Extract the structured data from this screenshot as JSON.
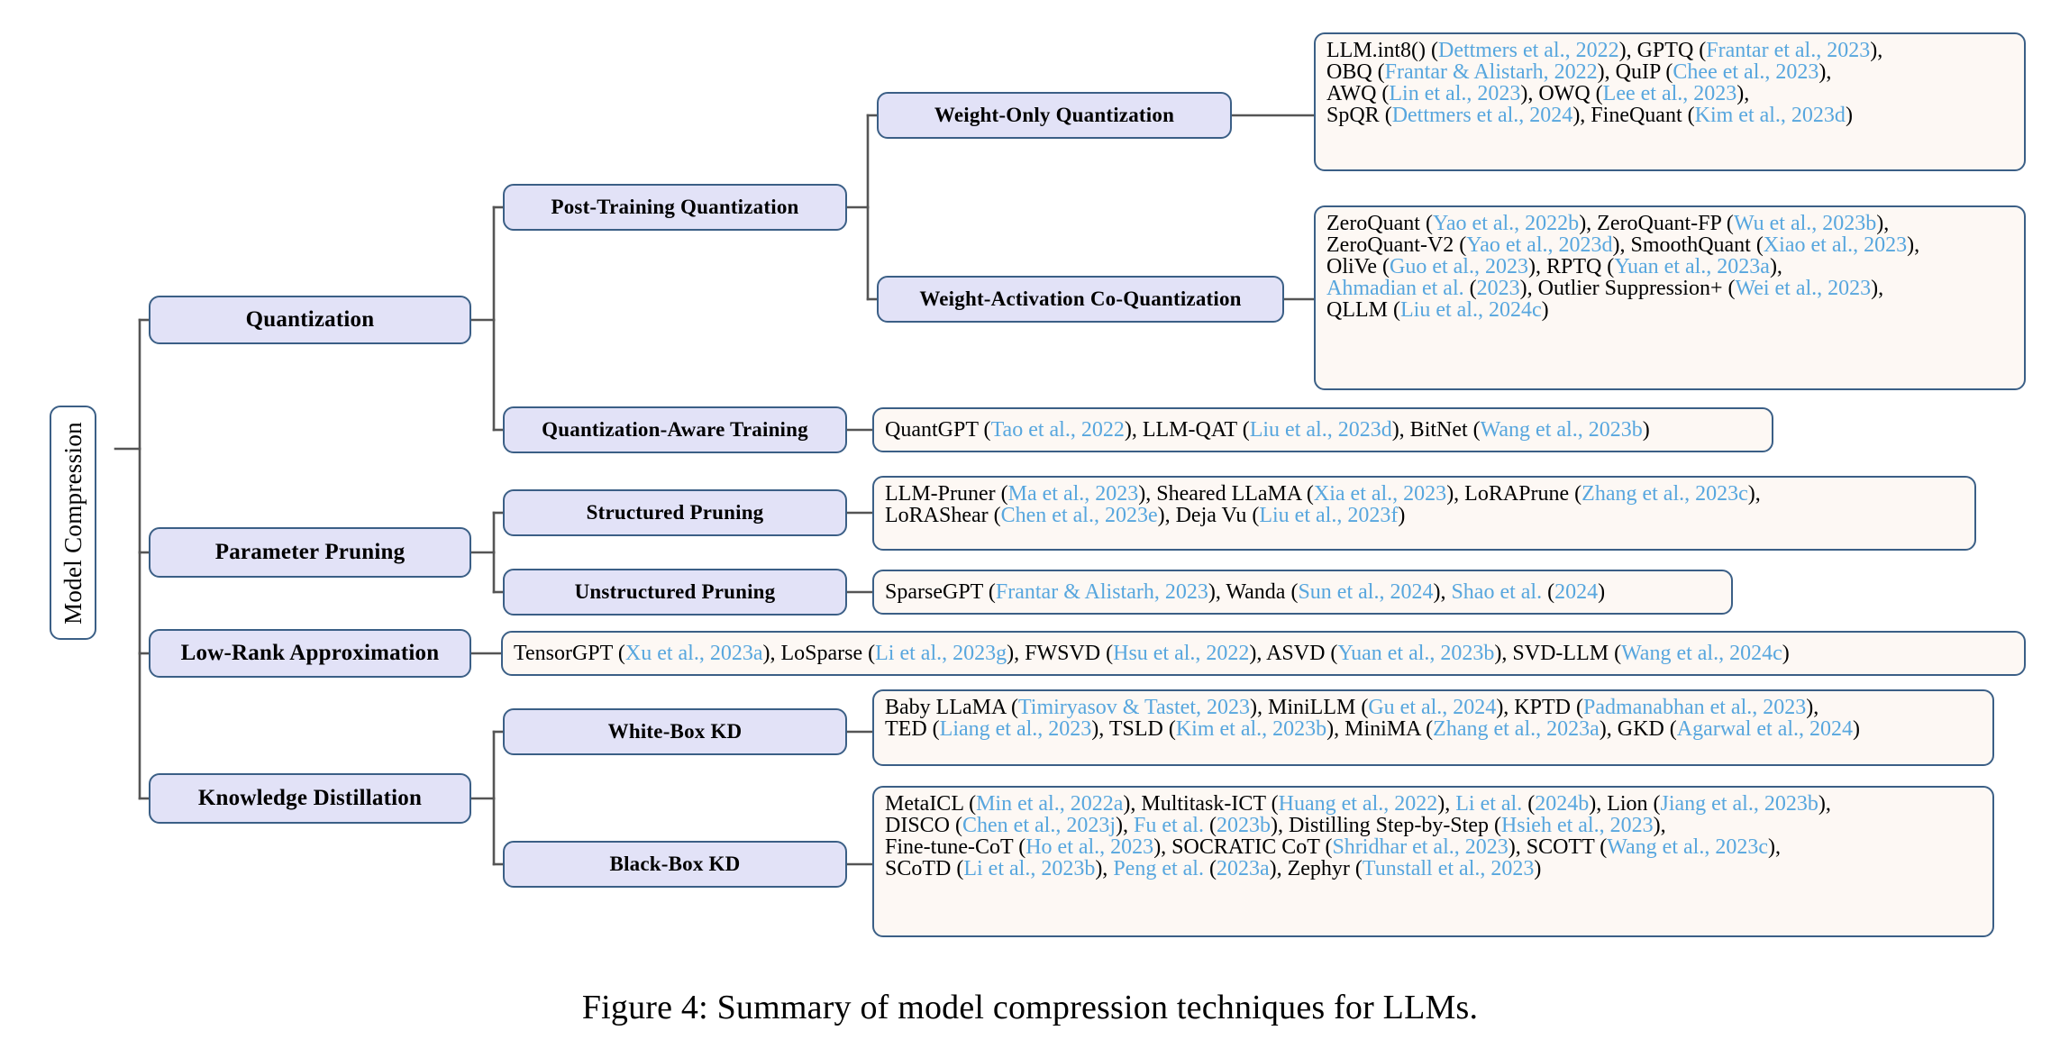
{
  "figure": {
    "caption": "Figure 4: Summary of model compression techniques for LLMs.",
    "root_label": "Model Compression",
    "colors": {
      "category_fill": "#e2e2f7",
      "leaf_fill": "#fdf8f4",
      "border": "#3b5f86",
      "citation": "#57a6de",
      "edge": "#555555",
      "text": "#000000",
      "background": "#ffffff"
    }
  },
  "categories": [
    {
      "id": "quantization",
      "label": "Quantization"
    },
    {
      "id": "parameter-pruning",
      "label": "Parameter Pruning"
    },
    {
      "id": "low-rank-approximation",
      "label": "Low-Rank Approximation"
    },
    {
      "id": "knowledge-distillation",
      "label": "Knowledge Distillation"
    }
  ],
  "subcategories": [
    {
      "id": "post-training-quantization",
      "label": "Post-Training Quantization"
    },
    {
      "id": "weight-only-quantization",
      "label": "Weight-Only Quantization"
    },
    {
      "id": "weight-activation-co-quantization",
      "label": "Weight-Activation Co-Quantization"
    },
    {
      "id": "quantization-aware-training",
      "label": "Quantization-Aware Training"
    },
    {
      "id": "structured-pruning",
      "label": "Structured Pruning"
    },
    {
      "id": "unstructured-pruning",
      "label": "Unstructured Pruning"
    },
    {
      "id": "white-box-kd",
      "label": "White-Box KD"
    },
    {
      "id": "black-box-kd",
      "label": "Black-Box KD"
    }
  ],
  "leaves": {
    "weight_only_quantization": {
      "lines": [
        [
          {
            "t": "LLM.int8() (",
            "c": false
          },
          {
            "t": "Dettmers et al., 2022",
            "c": true
          },
          {
            "t": "), GPTQ (",
            "c": false
          },
          {
            "t": "Frantar et al., 2023",
            "c": true
          },
          {
            "t": "),",
            "c": false
          }
        ],
        [
          {
            "t": "OBQ (",
            "c": false
          },
          {
            "t": "Frantar & Alistarh, 2022",
            "c": true
          },
          {
            "t": "), QuIP (",
            "c": false
          },
          {
            "t": "Chee et al., 2023",
            "c": true
          },
          {
            "t": "),",
            "c": false
          }
        ],
        [
          {
            "t": "AWQ (",
            "c": false
          },
          {
            "t": "Lin et al., 2023",
            "c": true
          },
          {
            "t": "), OWQ (",
            "c": false
          },
          {
            "t": "Lee et al., 2023",
            "c": true
          },
          {
            "t": "),",
            "c": false
          }
        ],
        [
          {
            "t": "SpQR (",
            "c": false
          },
          {
            "t": "Dettmers et al., 2024",
            "c": true
          },
          {
            "t": "), FineQuant (",
            "c": false
          },
          {
            "t": "Kim et al., 2023d",
            "c": true
          },
          {
            "t": ")",
            "c": false
          }
        ]
      ]
    },
    "weight_activation_co_quantization": {
      "lines": [
        [
          {
            "t": "ZeroQuant (",
            "c": false
          },
          {
            "t": "Yao et al., 2022b",
            "c": true
          },
          {
            "t": "), ZeroQuant-FP (",
            "c": false
          },
          {
            "t": "Wu et al., 2023b",
            "c": true
          },
          {
            "t": "),",
            "c": false
          }
        ],
        [
          {
            "t": "ZeroQuant-V2 (",
            "c": false
          },
          {
            "t": "Yao et al., 2023d",
            "c": true
          },
          {
            "t": "), SmoothQuant (",
            "c": false
          },
          {
            "t": "Xiao et al., 2023",
            "c": true
          },
          {
            "t": "),",
            "c": false
          }
        ],
        [
          {
            "t": "OliVe (",
            "c": false
          },
          {
            "t": "Guo et al., 2023",
            "c": true
          },
          {
            "t": "), RPTQ (",
            "c": false
          },
          {
            "t": "Yuan et al., 2023a",
            "c": true
          },
          {
            "t": "),",
            "c": false
          }
        ],
        [
          {
            "t": "Ahmadian et al.",
            "c": true
          },
          {
            "t": " (",
            "c": false
          },
          {
            "t": "2023",
            "c": true
          },
          {
            "t": "), Outlier Suppression+ (",
            "c": false
          },
          {
            "t": "Wei et al., 2023",
            "c": true
          },
          {
            "t": "),",
            "c": false
          }
        ],
        [
          {
            "t": "QLLM (",
            "c": false
          },
          {
            "t": "Liu et al., 2024c",
            "c": true
          },
          {
            "t": ")",
            "c": false
          }
        ]
      ]
    },
    "quantization_aware_training": {
      "lines": [
        [
          {
            "t": "QuantGPT (",
            "c": false
          },
          {
            "t": "Tao et al., 2022",
            "c": true
          },
          {
            "t": "), LLM-QAT (",
            "c": false
          },
          {
            "t": "Liu et al., 2023d",
            "c": true
          },
          {
            "t": "), BitNet (",
            "c": false
          },
          {
            "t": "Wang et al., 2023b",
            "c": true
          },
          {
            "t": ")",
            "c": false
          }
        ]
      ]
    },
    "structured_pruning": {
      "lines": [
        [
          {
            "t": "LLM-Pruner (",
            "c": false
          },
          {
            "t": "Ma et al., 2023",
            "c": true
          },
          {
            "t": "), Sheared LLaMA (",
            "c": false
          },
          {
            "t": "Xia et al., 2023",
            "c": true
          },
          {
            "t": "), LoRAPrune (",
            "c": false
          },
          {
            "t": "Zhang et al., 2023c",
            "c": true
          },
          {
            "t": "),",
            "c": false
          }
        ],
        [
          {
            "t": "LoRAShear (",
            "c": false
          },
          {
            "t": "Chen et al., 2023e",
            "c": true
          },
          {
            "t": "), Deja Vu (",
            "c": false
          },
          {
            "t": "Liu et al., 2023f",
            "c": true
          },
          {
            "t": ")",
            "c": false
          }
        ]
      ]
    },
    "unstructured_pruning": {
      "lines": [
        [
          {
            "t": "SparseGPT (",
            "c": false
          },
          {
            "t": "Frantar & Alistarh, 2023",
            "c": true
          },
          {
            "t": "), Wanda (",
            "c": false
          },
          {
            "t": "Sun et al., 2024",
            "c": true
          },
          {
            "t": "), ",
            "c": false
          },
          {
            "t": "Shao et al.",
            "c": true
          },
          {
            "t": " (",
            "c": false
          },
          {
            "t": "2024",
            "c": true
          },
          {
            "t": ")",
            "c": false
          }
        ]
      ]
    },
    "low_rank_approximation": {
      "lines": [
        [
          {
            "t": "TensorGPT (",
            "c": false
          },
          {
            "t": "Xu et al., 2023a",
            "c": true
          },
          {
            "t": "), LoSparse (",
            "c": false
          },
          {
            "t": "Li et al., 2023g",
            "c": true
          },
          {
            "t": "), FWSVD (",
            "c": false
          },
          {
            "t": "Hsu et al., 2022",
            "c": true
          },
          {
            "t": "),  ASVD (",
            "c": false
          },
          {
            "t": "Yuan et al., 2023b",
            "c": true
          },
          {
            "t": "), SVD-LLM (",
            "c": false
          },
          {
            "t": "Wang et al., 2024c",
            "c": true
          },
          {
            "t": ")",
            "c": false
          }
        ]
      ]
    },
    "white_box_kd": {
      "lines": [
        [
          {
            "t": "Baby LLaMA (",
            "c": false
          },
          {
            "t": "Timiryasov & Tastet, 2023",
            "c": true
          },
          {
            "t": "), MiniLLM (",
            "c": false
          },
          {
            "t": "Gu et al., 2024",
            "c": true
          },
          {
            "t": "),  KPTD (",
            "c": false
          },
          {
            "t": "Padmanabhan et al., 2023",
            "c": true
          },
          {
            "t": "),",
            "c": false
          }
        ],
        [
          {
            "t": "TED (",
            "c": false
          },
          {
            "t": "Liang et al., 2023",
            "c": true
          },
          {
            "t": "), TSLD (",
            "c": false
          },
          {
            "t": "Kim et al., 2023b",
            "c": true
          },
          {
            "t": "), MiniMA (",
            "c": false
          },
          {
            "t": "Zhang et al., 2023a",
            "c": true
          },
          {
            "t": "), GKD (",
            "c": false
          },
          {
            "t": "Agarwal et al., 2024",
            "c": true
          },
          {
            "t": ")",
            "c": false
          }
        ]
      ]
    },
    "black_box_kd": {
      "lines": [
        [
          {
            "t": "MetaICL (",
            "c": false
          },
          {
            "t": "Min et al., 2022a",
            "c": true
          },
          {
            "t": "), Multitask-ICT (",
            "c": false
          },
          {
            "t": "Huang et al., 2022",
            "c": true
          },
          {
            "t": "), ",
            "c": false
          },
          {
            "t": "Li et al.",
            "c": true
          },
          {
            "t": " (",
            "c": false
          },
          {
            "t": "2024b",
            "c": true
          },
          {
            "t": "), Lion (",
            "c": false
          },
          {
            "t": "Jiang et al., 2023b",
            "c": true
          },
          {
            "t": "),",
            "c": false
          }
        ],
        [
          {
            "t": "DISCO (",
            "c": false
          },
          {
            "t": "Chen et al., 2023j",
            "c": true
          },
          {
            "t": "), ",
            "c": false
          },
          {
            "t": "Fu et al.",
            "c": true
          },
          {
            "t": " (",
            "c": false
          },
          {
            "t": "2023b",
            "c": true
          },
          {
            "t": "), Distilling Step-by-Step (",
            "c": false
          },
          {
            "t": "Hsieh et al., 2023",
            "c": true
          },
          {
            "t": "),",
            "c": false
          }
        ],
        [
          {
            "t": "Fine-tune-CoT (",
            "c": false
          },
          {
            "t": "Ho et al., 2023",
            "c": true
          },
          {
            "t": "), SOCRATIC CoT (",
            "c": false
          },
          {
            "t": "Shridhar et al., 2023",
            "c": true
          },
          {
            "t": "), SCOTT (",
            "c": false
          },
          {
            "t": "Wang et al., 2023c",
            "c": true
          },
          {
            "t": "),",
            "c": false
          }
        ],
        [
          {
            "t": "SCoTD (",
            "c": false
          },
          {
            "t": "Li et al., 2023b",
            "c": true
          },
          {
            "t": "), ",
            "c": false
          },
          {
            "t": "Peng et al.",
            "c": true
          },
          {
            "t": " (",
            "c": false
          },
          {
            "t": "2023a",
            "c": true
          },
          {
            "t": "), Zephyr (",
            "c": false
          },
          {
            "t": "Tunstall et al., 2023",
            "c": true
          },
          {
            "t": ")",
            "c": false
          }
        ]
      ]
    }
  }
}
